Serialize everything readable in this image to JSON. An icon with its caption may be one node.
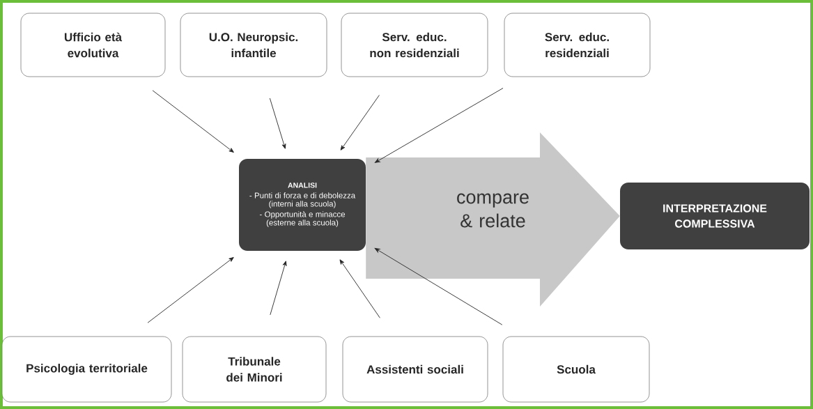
{
  "diagram": {
    "nodes": [
      {
        "text": [
          "Ufficio età evolutiva"
        ]
      },
      {
        "text": [
          "U.O. Neuropsic. infantile"
        ]
      },
      {
        "text": [
          "Serv. educ. non residenziali"
        ]
      },
      {
        "text": [
          "Serv. educ. residenziali"
        ]
      },
      {
        "text": [
          "Psicologia territoriale"
        ]
      },
      {
        "text": [
          "Tribunale dei Minori"
        ]
      },
      {
        "text": [
          "Assistenti sociali"
        ]
      },
      {
        "text": [
          "Scuola"
        ]
      },
      {
        "text": [
          "ANALISI",
          "- Punti di forza e di debolezza (interni alla scuola)",
          "- Opportunità e minacce (esterne alla scuola)"
        ]
      },
      {
        "text": [
          "INTERPRETAZIONE COMPLESSIVA"
        ]
      }
    ],
    "edges": [
      {
        "from": 0,
        "to": 8,
        "arrow": "to"
      },
      {
        "from": 1,
        "to": 8,
        "arrow": "to"
      },
      {
        "from": 2,
        "to": 8,
        "arrow": "to"
      },
      {
        "from": 3,
        "to": 8,
        "arrow": "to"
      },
      {
        "from": 4,
        "to": 8,
        "arrow": "to"
      },
      {
        "from": 5,
        "to": 8,
        "arrow": "to"
      },
      {
        "from": 6,
        "to": 8,
        "arrow": "to"
      },
      {
        "from": 7,
        "to": 8,
        "arrow": "to"
      },
      {
        "from": 8,
        "to": 9,
        "arrow": "to",
        "label": "compare & relate",
        "style": "thick",
        "color": "#c8c8c8"
      }
    ]
  }
}
